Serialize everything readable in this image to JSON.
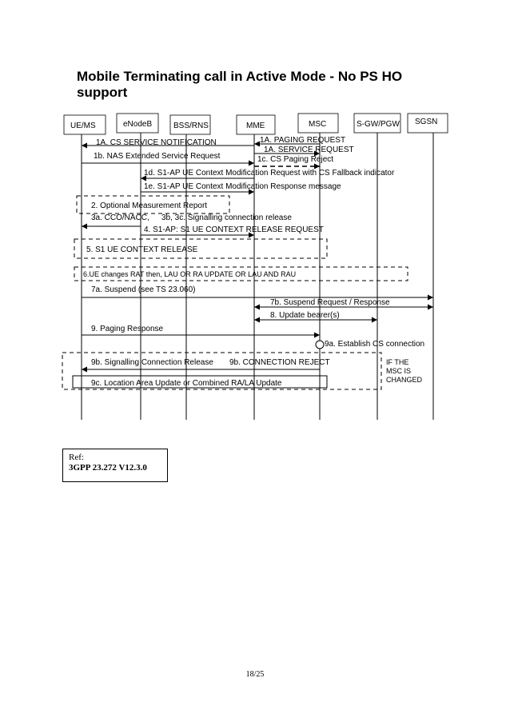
{
  "title": "Mobile Terminating call in Active Mode - No PS HO support",
  "entities": [
    "UE/MS",
    "eNodeB",
    "BSS/RNS",
    "MME",
    "MSC",
    "S-GW/PGW",
    "SGSN"
  ],
  "messages": {
    "m1a_cs_notification": "1A. CS SERVICE NOTIFICATION",
    "m1a_paging_request": "1A. PAGING REQUEST",
    "m1a_service_request": "1A. SERVICE REQUEST",
    "m1b": "1b. NAS Extended Service Request",
    "m1c": "1c. CS Paging Reject",
    "m1d": "1d. S1-AP UE Context Modification Request with CS Fallback indicator",
    "m1e": "1e. S1-AP UE Context Modification Response message",
    "m2": "2. Optional Measurement Report",
    "m3a": "3a. CCO/NACC,",
    "m3bc": "3b, 3c. Signalling connection release",
    "m4": "4. S1-AP: S1 UE CONTEXT RELEASE REQUEST",
    "m5": "5. S1 UE CONTEXT RELEASE",
    "m6": "6.UE changes RAT then, LAU OR RA UPDATE OR LAU AND RAU",
    "m7a": "7a. Suspend (see TS 23.060)",
    "m7b": "7b. Suspend Request / Response",
    "m8": "8. Update bearer(s)",
    "m9": "9. Paging Response",
    "m9a": "9a. Establish CS connection",
    "m9b_release": "9b. Signalling Connection Release",
    "m9b_reject": "9b. CONNECTION REJECT",
    "m9c": "9c. Location Area Update or Combined RA/LA Update",
    "if_msc_changed": [
      "IF THE",
      "MSC IS",
      "CHANGED"
    ]
  },
  "reference": {
    "label": "Ref:",
    "document": "3GPP 23.272 V12.3.0"
  },
  "page_number": "18/25"
}
